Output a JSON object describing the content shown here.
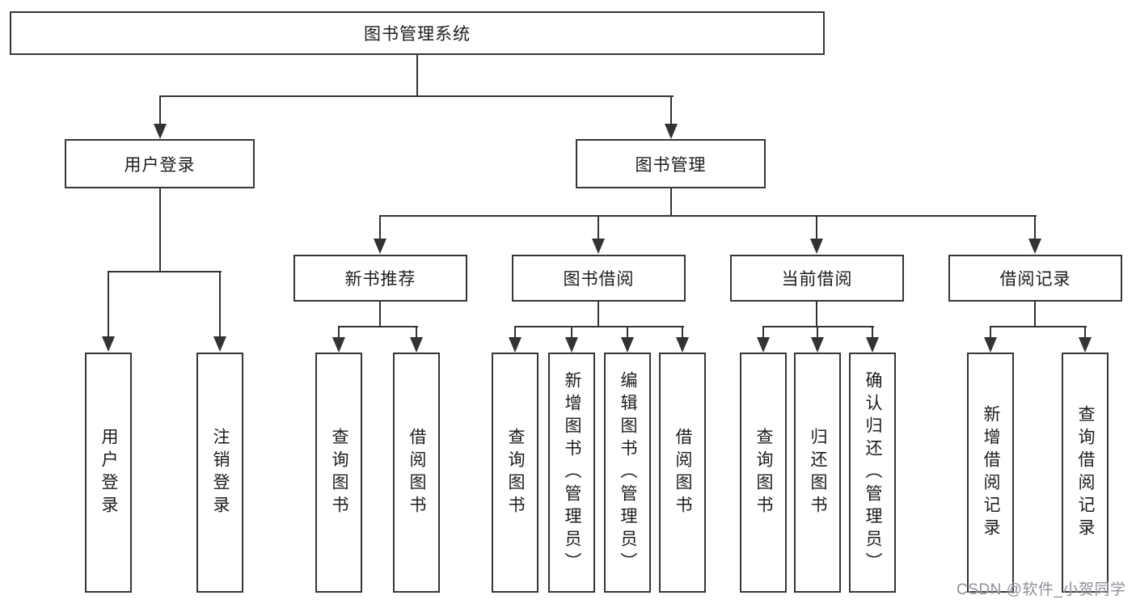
{
  "tree": {
    "root": {
      "label": "图书管理系统",
      "children": [
        {
          "label": "用户登录",
          "children": [
            {
              "label": "用户登录"
            },
            {
              "label": "注销登录"
            }
          ]
        },
        {
          "label": "图书管理",
          "children": [
            {
              "label": "新书推荐",
              "children": [
                {
                  "label": "查询图书"
                },
                {
                  "label": "借阅图书"
                }
              ]
            },
            {
              "label": "图书借阅",
              "children": [
                {
                  "label": "查询图书"
                },
                {
                  "label": "新增图书（管理员）"
                },
                {
                  "label": "编辑图书（管理员）"
                },
                {
                  "label": "借阅图书"
                }
              ]
            },
            {
              "label": "当前借阅",
              "children": [
                {
                  "label": "查询图书"
                },
                {
                  "label": "归还图书"
                },
                {
                  "label": "确认归还（管理员）"
                }
              ]
            },
            {
              "label": "借阅记录",
              "children": [
                {
                  "label": "新增借阅记录"
                },
                {
                  "label": "查询借阅记录"
                }
              ]
            }
          ]
        }
      ]
    }
  },
  "watermark": {
    "text": "CSDN @软件_小贺同学"
  },
  "colors": {
    "background": "#ffffff",
    "box_border": "#363636",
    "connector_line": "#333333",
    "text": "#1c1c1c",
    "watermark": "#8f8f99"
  }
}
